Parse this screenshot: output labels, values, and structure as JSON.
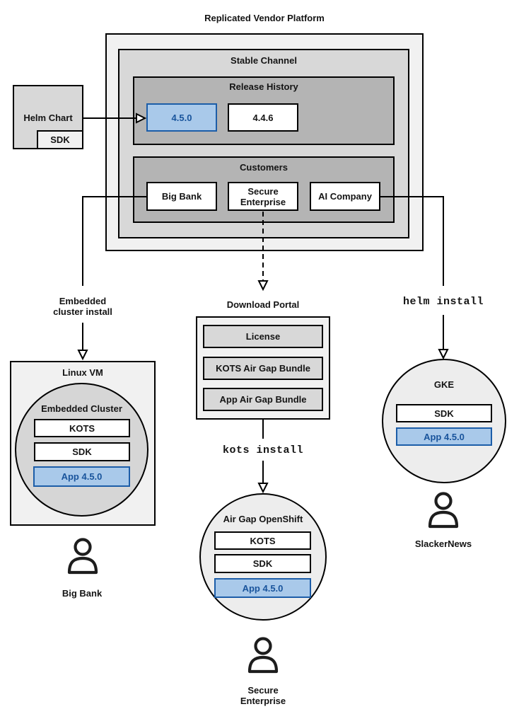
{
  "colors": {
    "accent_blue_fill": "#a9c9ea",
    "accent_blue_border": "#1c5da8",
    "accent_blue_text": "#19549c",
    "light_gray": "#f1f1f1",
    "mid_gray": "#d8d8d8",
    "dark_gray": "#b4b4b4"
  },
  "platform": {
    "title": "Replicated Vendor Platform",
    "stable_channel": {
      "title": "Stable Channel",
      "release_history": {
        "title": "Release History",
        "releases": [
          {
            "label": "4.5.0",
            "highlighted": true
          },
          {
            "label": "4.4.6",
            "highlighted": false
          }
        ]
      },
      "customers": {
        "title": "Customers",
        "items": [
          {
            "label": "Big Bank"
          },
          {
            "label": "Secure Enterprise"
          },
          {
            "label": "AI Company"
          }
        ]
      }
    }
  },
  "helm_chart": {
    "label": "Helm Chart",
    "sdk": "SDK"
  },
  "connectors": {
    "embedded_install": "Embedded cluster install",
    "kots_install": "kots install",
    "helm_install": "helm install"
  },
  "download_portal": {
    "title": "Download Portal",
    "items": [
      {
        "label": "License"
      },
      {
        "label": "KOTS Air Gap Bundle"
      },
      {
        "label": "App Air Gap Bundle"
      }
    ]
  },
  "linux_vm": {
    "title": "Linux VM",
    "embedded_cluster": {
      "title": "Embedded Cluster",
      "kots": "KOTS",
      "sdk": "SDK",
      "app": "App 4.5.0"
    },
    "user": "Big Bank"
  },
  "airgap_openshift": {
    "title": "Air Gap OpenShift",
    "kots": "KOTS",
    "sdk": "SDK",
    "app": "App 4.5.0",
    "user": "Secure Enterprise"
  },
  "gke": {
    "title": "GKE",
    "sdk": "SDK",
    "app": "App 4.5.0",
    "user": "SlackerNews"
  }
}
